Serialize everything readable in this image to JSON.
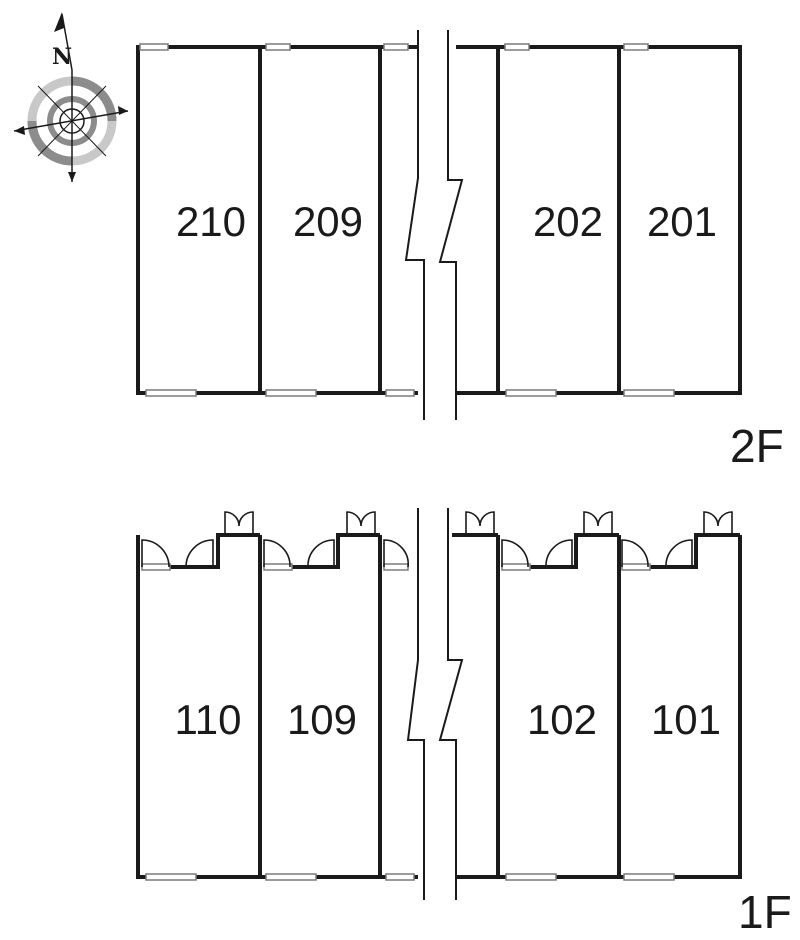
{
  "compass": {
    "north_label": "N",
    "icon": "compass-rose-icon"
  },
  "floors": [
    {
      "id": "2F",
      "label": "2F",
      "rooms": [
        "210",
        "209",
        "202",
        "201"
      ]
    },
    {
      "id": "1F",
      "label": "1F",
      "rooms": [
        "110",
        "109",
        "102",
        "101"
      ]
    }
  ],
  "colors": {
    "line": "#1a1a1a",
    "window": "#7a7a7a",
    "compass_gray": "#8c8c8c",
    "compass_light": "#c8c8c8"
  }
}
